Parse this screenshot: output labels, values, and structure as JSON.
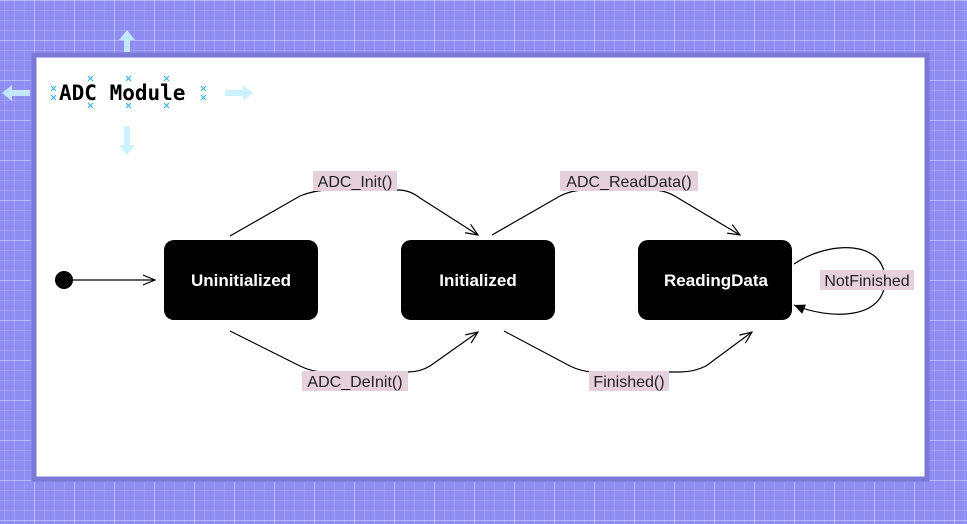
{
  "diagram": {
    "title": "ADC Module",
    "states": {
      "uninitialized": "Uninitialized",
      "initialized": "Initialized",
      "reading": "ReadingData"
    },
    "transitions": {
      "init": "ADC_Init()",
      "deinit": "ADC_DeInit()",
      "read": "ADC_ReadData()",
      "finished": "Finished()",
      "not_finished": "NotFinished"
    }
  },
  "colors": {
    "background": "#8f8df2",
    "frame_border": "#7a7ad6",
    "state_fill": "#000000",
    "state_text": "#ffffff",
    "label_highlight": "#e6d0dc"
  }
}
